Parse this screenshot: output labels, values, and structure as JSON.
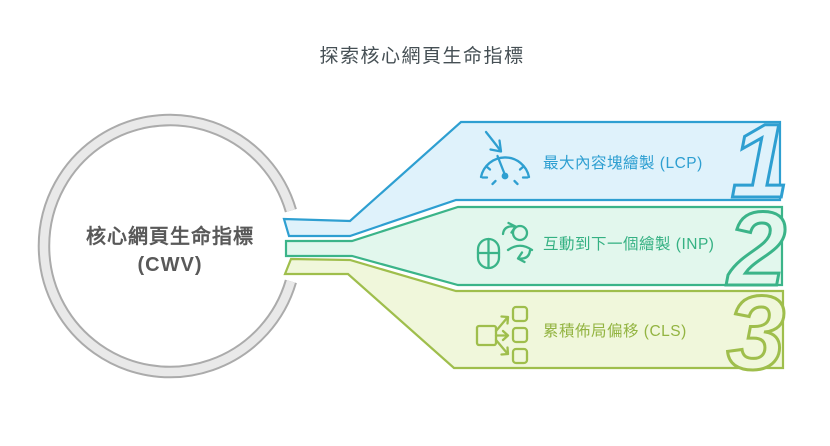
{
  "title": "探索核心網頁生命指標",
  "title_color": "#454f54",
  "center": {
    "line1": "核心網頁生命指標",
    "line2": "(CWV)",
    "text_color": "#595959",
    "ring_fill": "#e9e9e9",
    "ring_border": "#ababab"
  },
  "branches": [
    {
      "number": "1",
      "label": "最大內容塊繪製 (LCP)",
      "icon": "speedometer-arrow-icon",
      "colors": {
        "border": "#2e9fd1",
        "fill": "#dff2fb",
        "text": "#2e9fd1"
      }
    },
    {
      "number": "2",
      "label": "互動到下一個繪製 (INP)",
      "icon": "user-mouse-interaction-icon",
      "colors": {
        "border": "#3bb489",
        "fill": "#e2f7ed",
        "text": "#35b183"
      }
    },
    {
      "number": "3",
      "label": "累積佈局偏移 (CLS)",
      "icon": "layout-shift-icon",
      "colors": {
        "border": "#9fbe4c",
        "fill": "#f0f7db",
        "text": "#93b442"
      }
    }
  ]
}
